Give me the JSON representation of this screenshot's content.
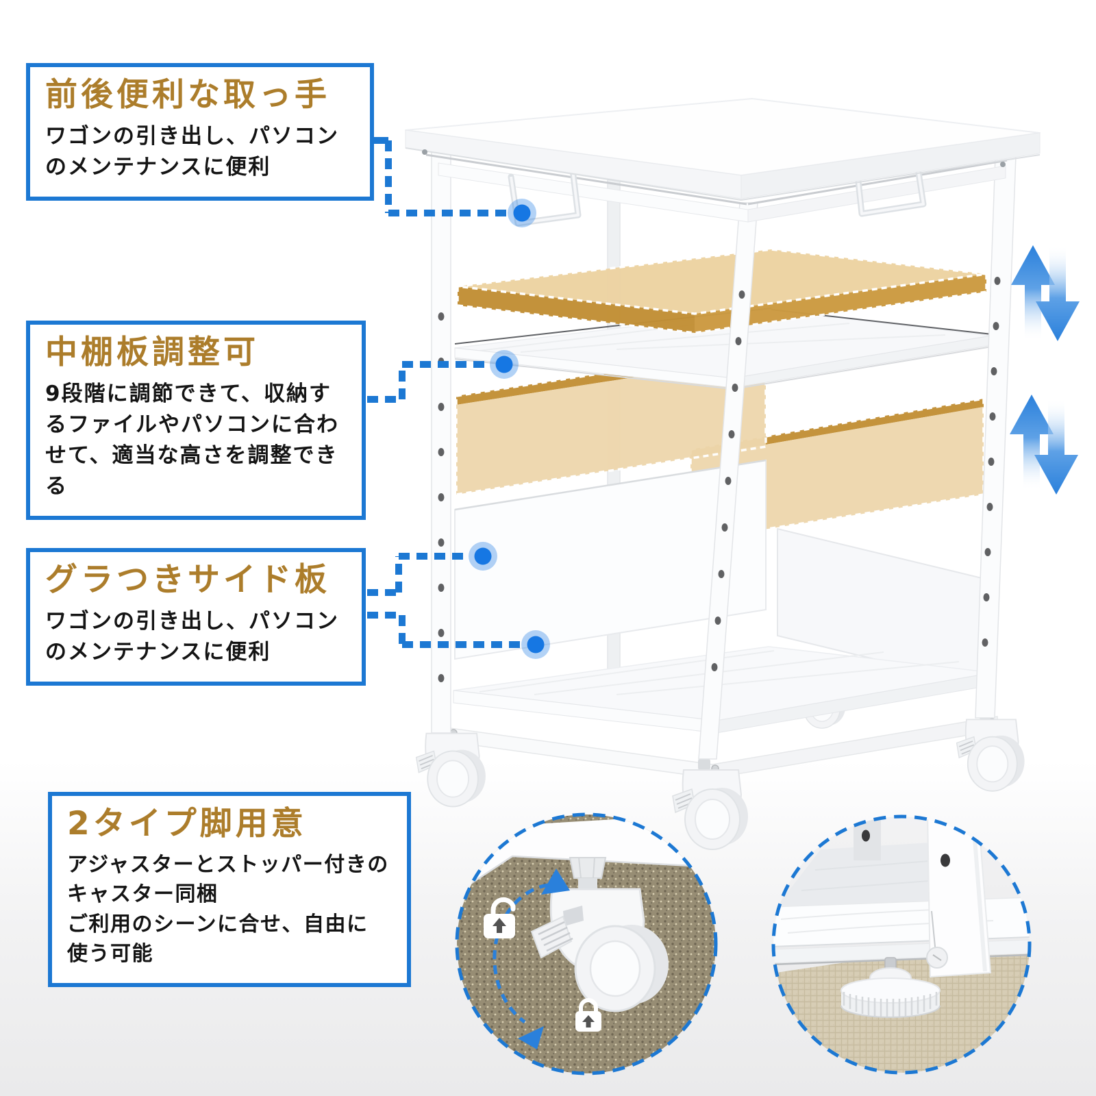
{
  "page": {
    "colors": {
      "accent_blue": "#1c78d3",
      "dot_blue": "#1677e3",
      "title_brown": "#ac7d2b",
      "tan_fill": "#edd3a2",
      "tan_edge": "#c28f35",
      "arrow_blue": "#2a80db",
      "text_color": "#141414"
    }
  },
  "callouts": [
    {
      "id": "handles",
      "title": "前後便利な取っ手",
      "body": "ワゴンの引き出し、パソコン\nのメンテナンスに便利"
    },
    {
      "id": "middle-shelf",
      "title": "中棚板調整可",
      "body": "9段階に調節できて、収納す\nるファイルやパソコンに合わ\nせて、適当な高さを調整できる"
    },
    {
      "id": "side-panel",
      "title": "グラつきサイド板",
      "body": "ワゴンの引き出し、パソコン\nのメンテナンスに便利"
    },
    {
      "id": "leg-types",
      "title": "2タイプ脚用意",
      "body": "アジャスターとストッパー付きの\nキャスター同梱\nご利用のシーンに合せ、自由に\n使う可能"
    }
  ],
  "icons": {
    "caster_unlock": "unlock-icon",
    "caster_lock": "lock-icon",
    "height_adjust": "up-down-arrows"
  }
}
